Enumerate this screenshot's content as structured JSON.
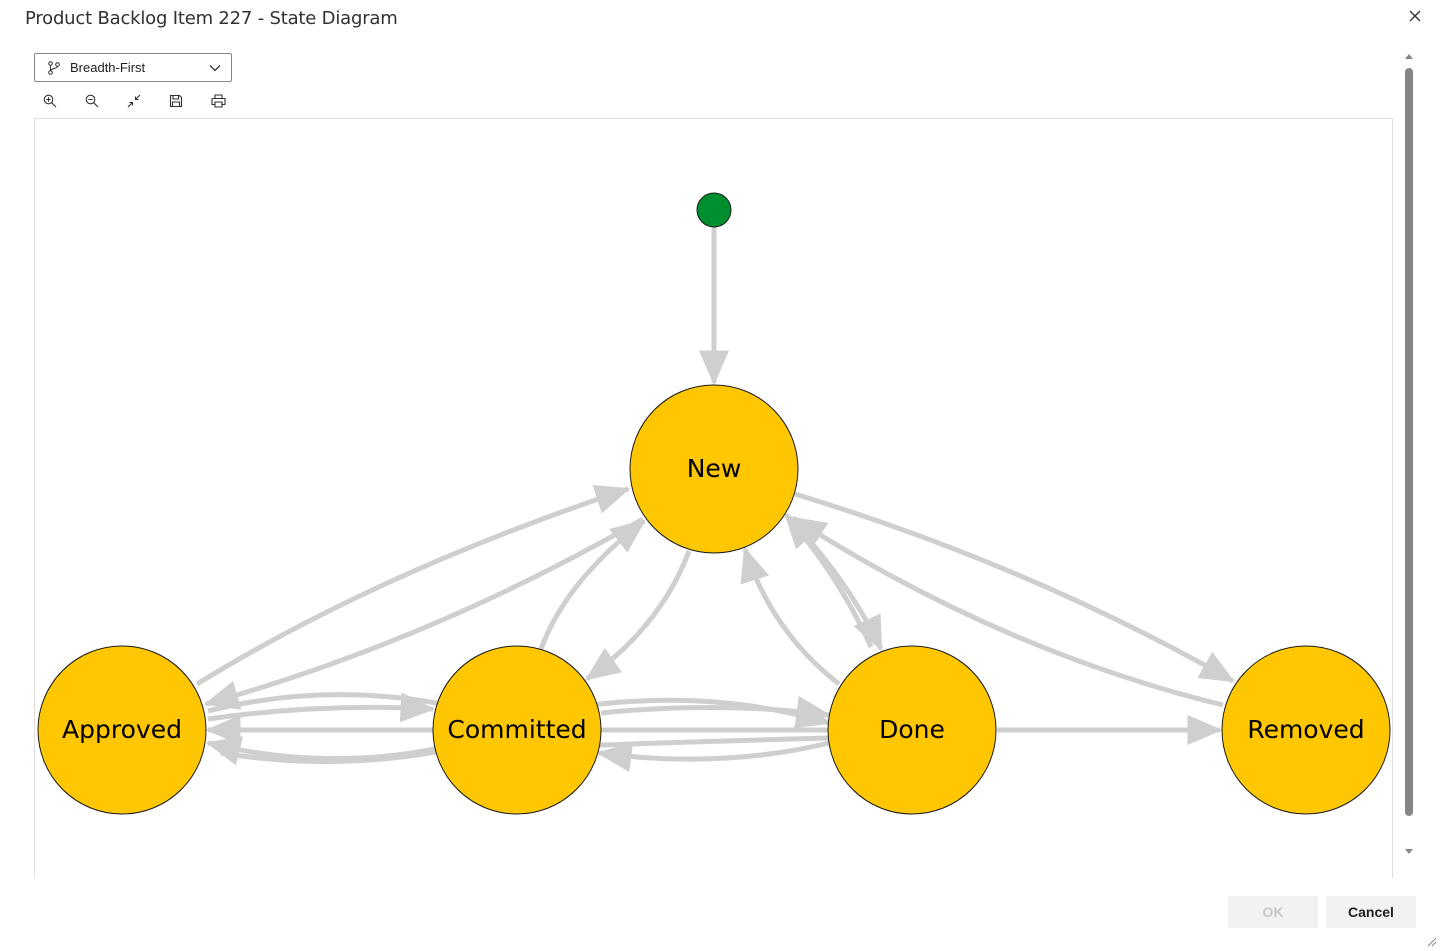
{
  "dialog": {
    "title": "Product Backlog Item 227 - State Diagram"
  },
  "layout_select": {
    "value": "Breadth-First"
  },
  "toolbar": {
    "tools": [
      "zoom-in-icon",
      "zoom-out-icon",
      "fit-to-screen-icon",
      "save-icon",
      "print-icon"
    ]
  },
  "diagram": {
    "colors": {
      "state_fill": "#ffc701",
      "start_fill": "#008f2e",
      "edge": "#cfcfcf"
    },
    "states": [
      "New",
      "Approved",
      "Committed",
      "Done",
      "Removed"
    ],
    "transitions": [
      [
        "Start",
        "New"
      ],
      [
        "New",
        "Committed"
      ],
      [
        "New",
        "Done"
      ],
      [
        "New",
        "Removed"
      ],
      [
        "Approved",
        "New"
      ],
      [
        "Approved",
        "Committed"
      ],
      [
        "Approved",
        "Done"
      ],
      [
        "Committed",
        "New"
      ],
      [
        "Committed",
        "Approved"
      ],
      [
        "Committed",
        "Done"
      ],
      [
        "Done",
        "New"
      ],
      [
        "Done",
        "Approved"
      ],
      [
        "Done",
        "Committed"
      ],
      [
        "Done",
        "Removed"
      ],
      [
        "Removed",
        "New"
      ]
    ]
  },
  "footer": {
    "ok_label": "OK",
    "cancel_label": "Cancel"
  }
}
